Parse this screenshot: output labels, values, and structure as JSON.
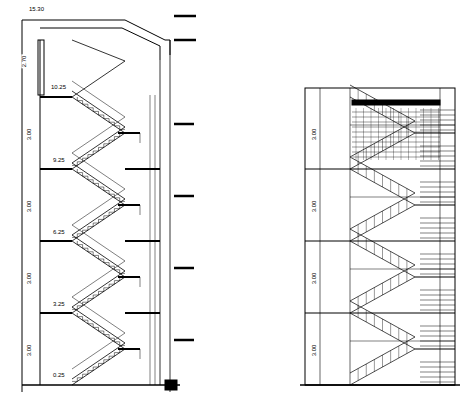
{
  "diagram": {
    "labels": [
      "15.30",
      "2.70",
      "10.25",
      "9.25",
      "6.25",
      "3.25",
      "0.25",
      "3.00",
      "3.00",
      "3.00",
      "3.00",
      "3.00",
      "3.00",
      "3.00",
      "3.00"
    ]
  }
}
